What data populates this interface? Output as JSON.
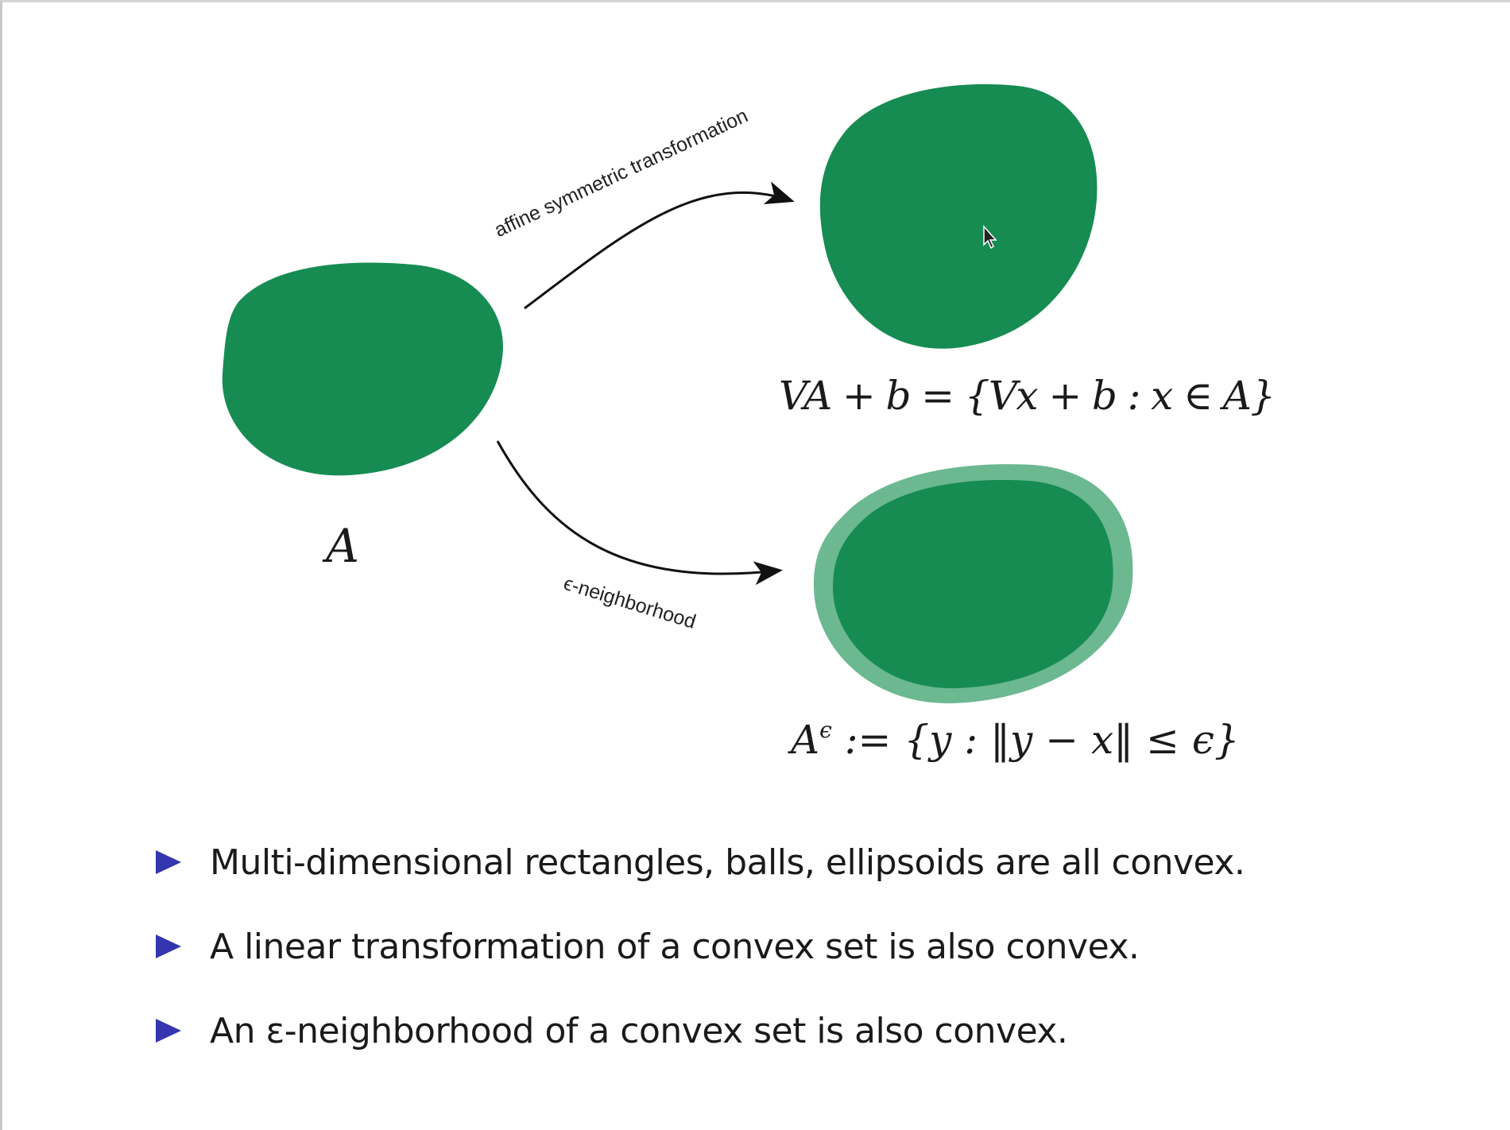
{
  "colors": {
    "set_fill": "#168c52",
    "neighborhood_fill": "#6cb891",
    "bullet": "#3535b0"
  },
  "figure": {
    "set_label": "A",
    "affine_arrow_label": "affine symmetric transformation",
    "neighborhood_arrow_label": "ϵ-neighborhood",
    "affine_formula": "VA + b = {Vx + b : x ∈ A}",
    "neighborhood_formula_base": "A",
    "neighborhood_formula_sup": "ϵ",
    "neighborhood_formula_rest": " := {y : ‖y − x‖ ≤ ϵ}"
  },
  "bullets": [
    "Multi-dimensional rectangles, balls, ellipsoids are all convex.",
    "A linear transformation of a convex set is also convex.",
    "An ε-neighborhood of a convex set is also convex."
  ]
}
